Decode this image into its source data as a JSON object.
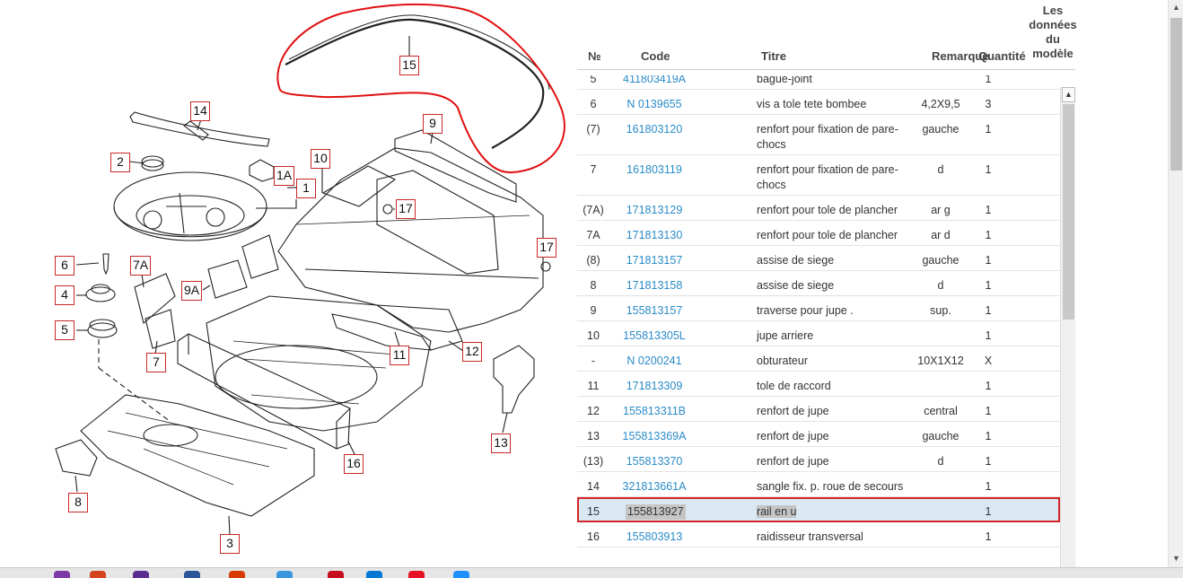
{
  "diagram": {
    "callouts": [
      "15",
      "14",
      "9",
      "2",
      "10",
      "1A",
      "1",
      "17",
      "17",
      "6",
      "7A",
      "4",
      "9A",
      "5",
      "7",
      "11",
      "12",
      "13",
      "8",
      "16",
      "3"
    ]
  },
  "table": {
    "headers": {
      "num": "№",
      "code": "Code",
      "title": "Titre",
      "remark": "Remarque",
      "qty": "Quantité",
      "model": "Les données du modèle"
    },
    "partial_row": {
      "num": "5",
      "code": "411803419A",
      "title": "bague-joint",
      "qty": "1"
    },
    "rows": [
      {
        "num": "6",
        "code": "N 0139655",
        "title": "vis a tole tete bombee",
        "remark": "4,2X9,5",
        "qty": "3"
      },
      {
        "num": "(7)",
        "code": "161803120",
        "title": "renfort pour fixation de pare-chocs",
        "remark": "gauche",
        "qty": "1"
      },
      {
        "num": "7",
        "code": "161803119",
        "title": "renfort pour fixation de pare-chocs",
        "remark": "d",
        "qty": "1"
      },
      {
        "num": "(7A)",
        "code": "171813129",
        "title": "renfort pour tole de plancher",
        "remark": "ar g",
        "qty": "1"
      },
      {
        "num": "7A",
        "code": "171813130",
        "title": "renfort pour tole de plancher",
        "remark": "ar d",
        "qty": "1"
      },
      {
        "num": "(8)",
        "code": "171813157",
        "title": "assise de siege",
        "remark": "gauche",
        "qty": "1"
      },
      {
        "num": "8",
        "code": "171813158",
        "title": "assise de siege",
        "remark": "d",
        "qty": "1"
      },
      {
        "num": "9",
        "code": "155813157",
        "title": "traverse pour jupe .",
        "remark": "sup.",
        "qty": "1"
      },
      {
        "num": "10",
        "code": "155813305L",
        "title": "jupe arriere",
        "remark": "",
        "qty": "1"
      },
      {
        "num": "-",
        "code": "N 0200241",
        "title": "obturateur",
        "remark": "10X1X12",
        "qty": "X"
      },
      {
        "num": "11",
        "code": "171813309",
        "title": "tole de raccord",
        "remark": "",
        "qty": "1"
      },
      {
        "num": "12",
        "code": "155813311B",
        "title": "renfort de jupe",
        "remark": "central",
        "qty": "1"
      },
      {
        "num": "13",
        "code": "155813369A",
        "title": "renfort de jupe",
        "remark": "gauche",
        "qty": "1"
      },
      {
        "num": "(13)",
        "code": "155813370",
        "title": "renfort de jupe",
        "remark": "d",
        "qty": "1"
      },
      {
        "num": "14",
        "code": "321813661A",
        "title": "sangle fix. p. roue de secours",
        "remark": "",
        "qty": "1"
      },
      {
        "num": "15",
        "code": "155813927",
        "title": "rail en u",
        "remark": "",
        "qty": "1"
      },
      {
        "num": "16",
        "code": "155803913",
        "title": "raidisseur transversal",
        "remark": "",
        "qty": "1"
      }
    ],
    "selected_index": 15
  },
  "colors": {
    "link": "#2a8bc8",
    "selection_bg": "#d9e8f3",
    "highlight": "#d32626"
  }
}
